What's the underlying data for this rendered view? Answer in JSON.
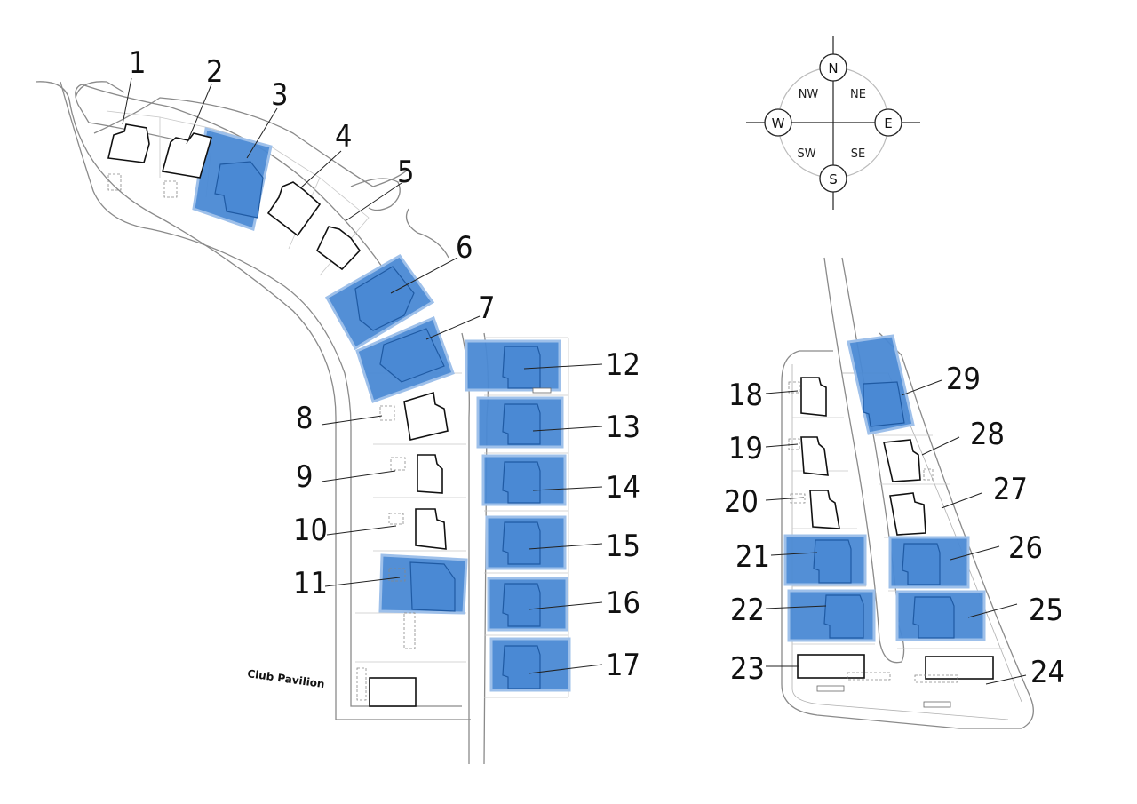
{
  "compass": {
    "north": "N",
    "south": "S",
    "east": "E",
    "west": "W",
    "northwest": "NW",
    "northeast": "NE",
    "southwest": "SW",
    "southeast": "SE"
  },
  "labels": {
    "club_pavilion": "Club Pavilion"
  },
  "colors": {
    "available_plot": "#4a89d4",
    "unavailable_plot": "#ffffff"
  },
  "plots": [
    {
      "number": "1",
      "highlighted": false
    },
    {
      "number": "2",
      "highlighted": false
    },
    {
      "number": "3",
      "highlighted": true
    },
    {
      "number": "4",
      "highlighted": false
    },
    {
      "number": "5",
      "highlighted": false
    },
    {
      "number": "6",
      "highlighted": true
    },
    {
      "number": "7",
      "highlighted": true
    },
    {
      "number": "8",
      "highlighted": false
    },
    {
      "number": "9",
      "highlighted": false
    },
    {
      "number": "10",
      "highlighted": false
    },
    {
      "number": "11",
      "highlighted": true
    },
    {
      "number": "12",
      "highlighted": true
    },
    {
      "number": "13",
      "highlighted": true
    },
    {
      "number": "14",
      "highlighted": true
    },
    {
      "number": "15",
      "highlighted": true
    },
    {
      "number": "16",
      "highlighted": true
    },
    {
      "number": "17",
      "highlighted": true
    },
    {
      "number": "18",
      "highlighted": false
    },
    {
      "number": "19",
      "highlighted": false
    },
    {
      "number": "20",
      "highlighted": false
    },
    {
      "number": "21",
      "highlighted": true
    },
    {
      "number": "22",
      "highlighted": true
    },
    {
      "number": "23",
      "highlighted": false
    },
    {
      "number": "24",
      "highlighted": false
    },
    {
      "number": "25",
      "highlighted": true
    },
    {
      "number": "26",
      "highlighted": true
    },
    {
      "number": "27",
      "highlighted": false
    },
    {
      "number": "28",
      "highlighted": false
    },
    {
      "number": "29",
      "highlighted": true
    }
  ]
}
